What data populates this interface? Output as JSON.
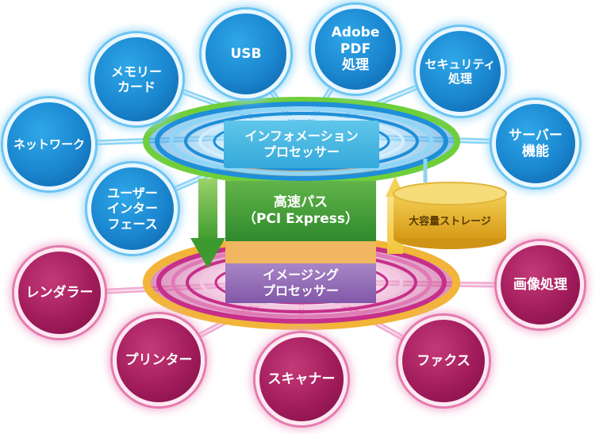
{
  "core": {
    "info_processor": "インフォメーション\nプロセッサー",
    "bus": "高速パス\n（PCI Express）",
    "imaging_processor": "イメージング\nプロセッサー",
    "storage": "大容量ストレージ"
  },
  "info_nodes": [
    "メモリー\nカード",
    "USB",
    "Adobe\nPDF\n処理",
    "セキュリティ\n処理",
    "ネットワーク",
    "サーバー\n機能",
    "ユーザー\nインター\nフェース"
  ],
  "imaging_nodes": [
    "レンダラー",
    "画像処理",
    "プリンター",
    "スキャナー",
    "ファクス"
  ],
  "colors": {
    "info_node": "#1a86cf",
    "imaging_node": "#a21c5c",
    "info_ring": "#1f8fd8",
    "imaging_ring": "#c62f8a",
    "bus": "#3a9a35",
    "info_label": "#35a9da",
    "imaging_label": "#8157a8",
    "storage": "#e0b030"
  }
}
